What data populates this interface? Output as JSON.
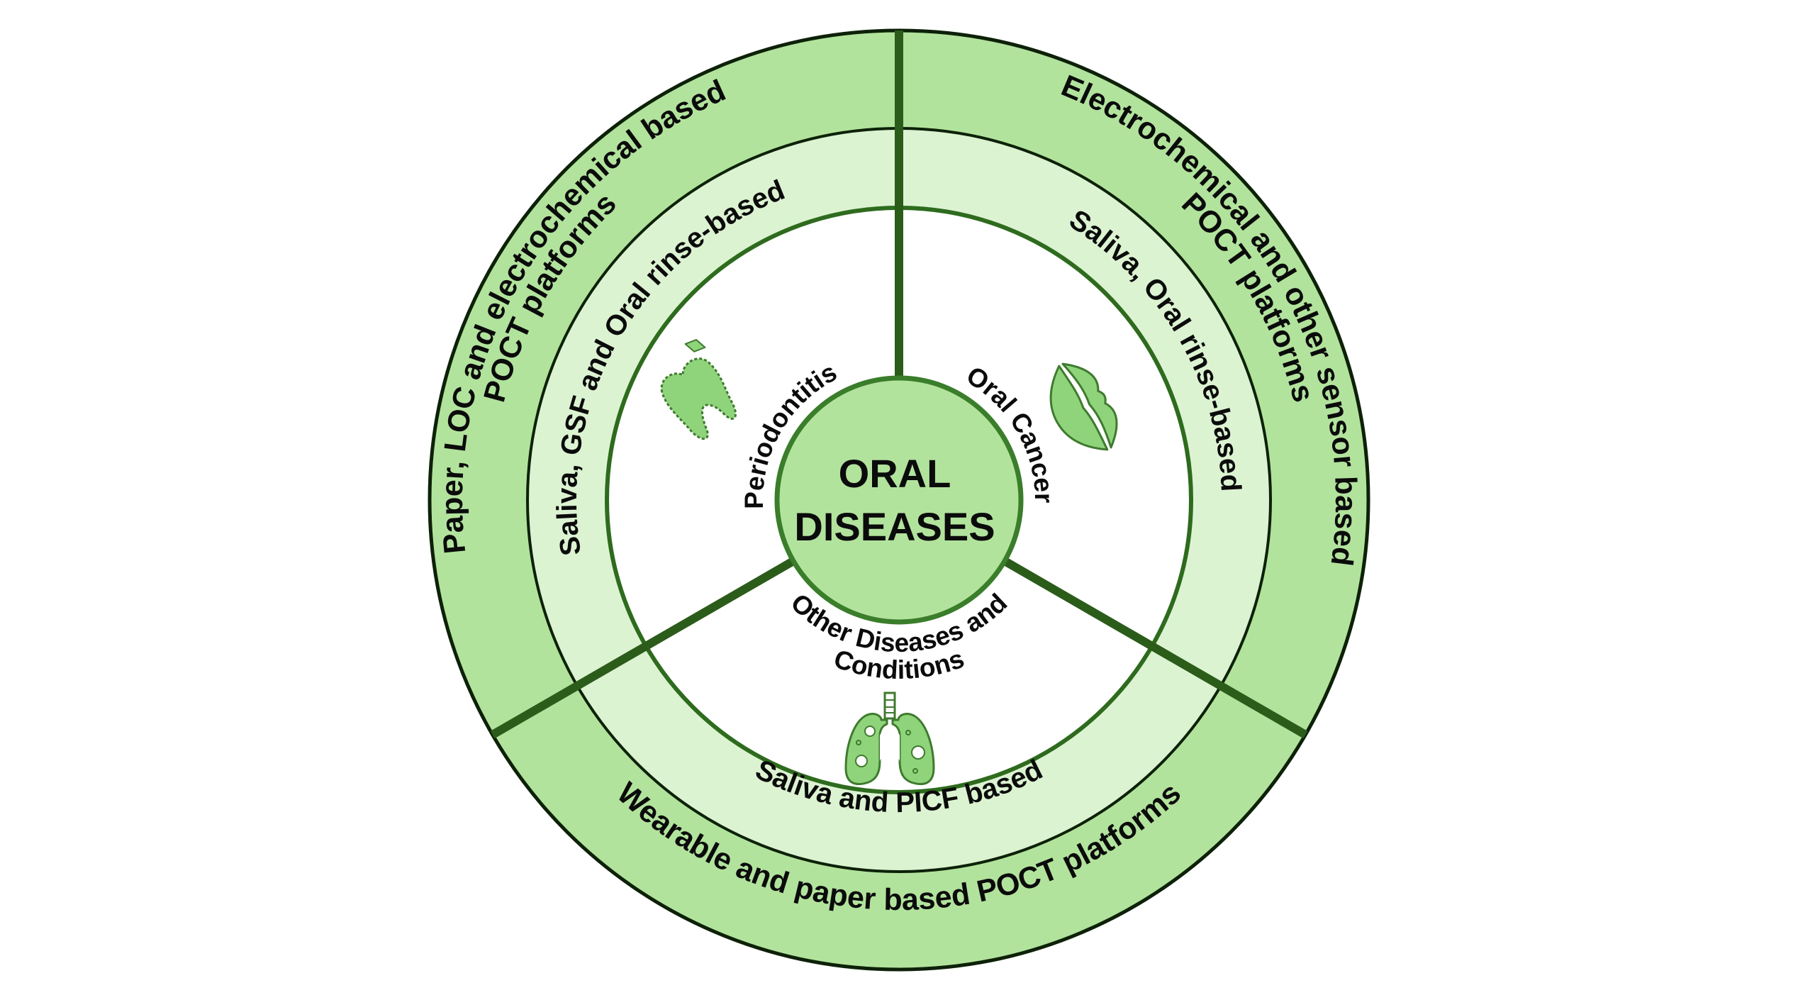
{
  "diagram": {
    "center_title": [
      "ORAL",
      "DISEASES"
    ],
    "sectors": [
      {
        "id": "periodontitis",
        "disease_label": [
          "Periodontitis"
        ],
        "sample_label": "Saliva, GSF and Oral rinse-based",
        "platform_label": [
          "Paper, LOC and electrochemical based",
          "POCT platforms"
        ],
        "icon": "tooth-icon"
      },
      {
        "id": "oral-cancer",
        "disease_label": [
          "Oral Cancer"
        ],
        "sample_label": "Saliva, Oral rinse-based",
        "platform_label": [
          "Electrochemical and other sensor based",
          "POCT platforms"
        ],
        "icon": "lips-icon"
      },
      {
        "id": "other-diseases",
        "disease_label": [
          "Other Diseases and",
          "Conditions"
        ],
        "sample_label": "Saliva and PICF based",
        "platform_label": [
          "Wearable and paper based POCT platforms"
        ],
        "icon": "lungs-icon"
      }
    ],
    "colors": {
      "outer_ring": "#b2e39d",
      "middle_ring": "#dcf3d2",
      "inner_disk": "#ffffff",
      "center_disk": "#b2e39d",
      "divider": "#2b5c1a",
      "ring_outline": "#0d2108",
      "inner_outline": "#2e6b1e",
      "icon_fill": "#8fd47a",
      "icon_stroke": "#3f7a2f"
    }
  }
}
